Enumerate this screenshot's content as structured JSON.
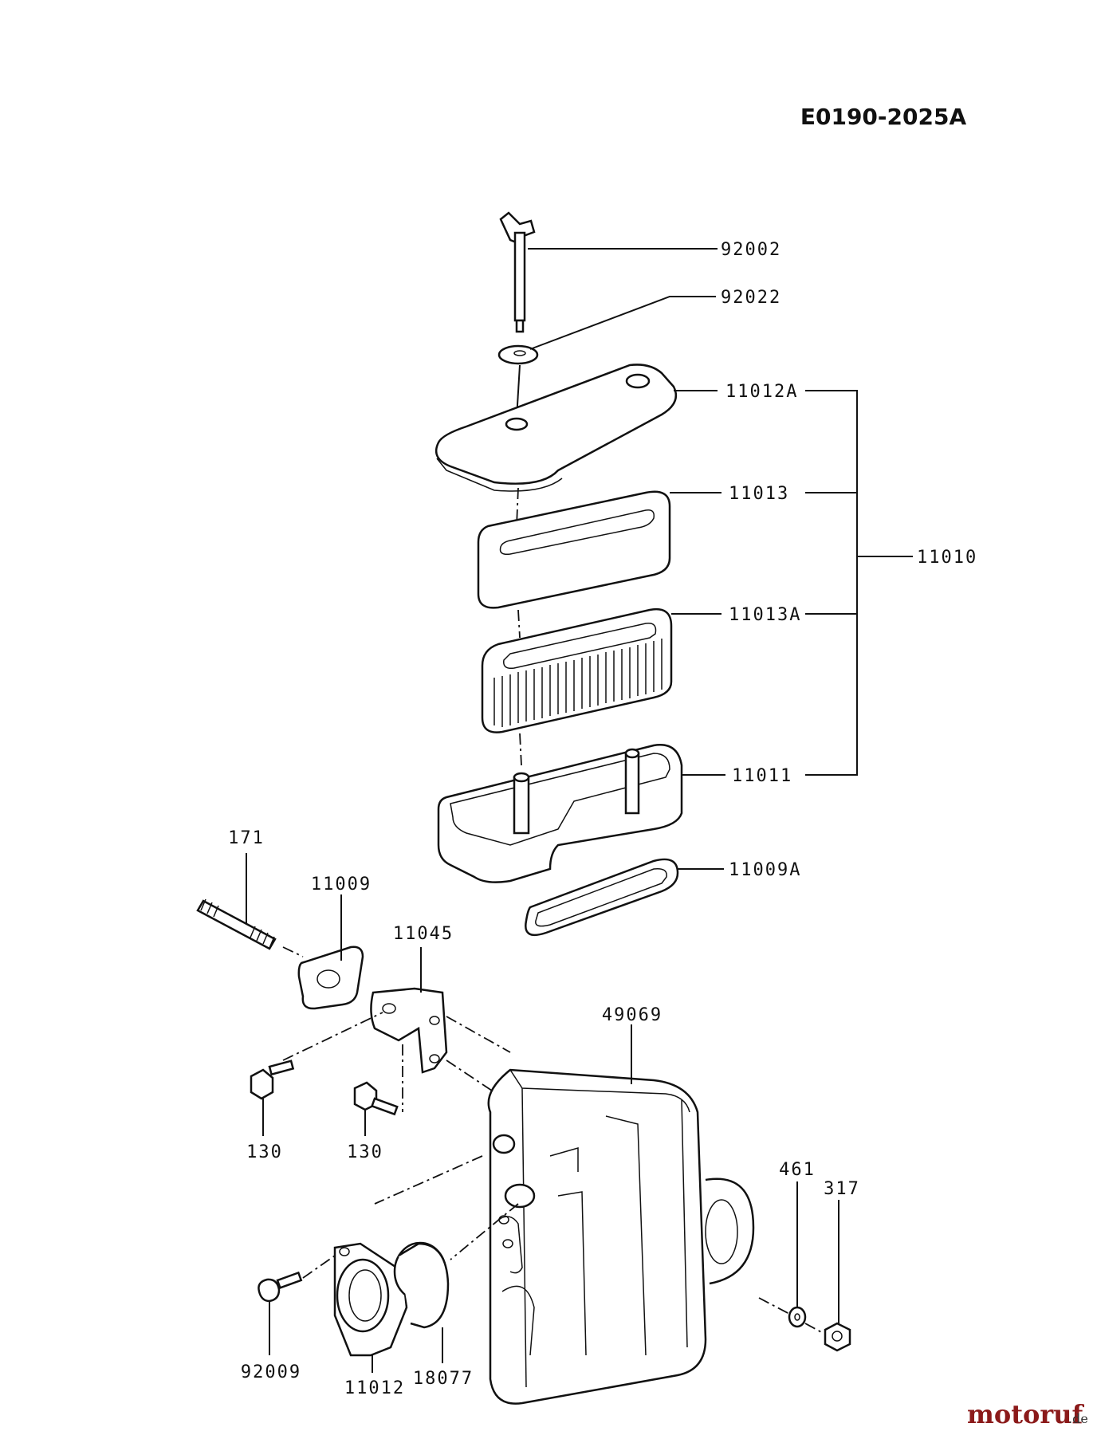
{
  "diagram_code": "E0190-2025A",
  "watermark": {
    "brand": "motoruf",
    "suffix": ".de",
    "color": "#8b1a1a"
  },
  "labels": {
    "p92002": "92002",
    "p92022": "92022",
    "p11012A": "11012A",
    "p11013": "11013",
    "p11010": "11010",
    "p11013A": "11013A",
    "p11011": "11011",
    "p11009A": "11009A",
    "p171": "171",
    "p11009": "11009",
    "p11045": "11045",
    "p49069": "49069",
    "p130a": "130",
    "p130b": "130",
    "p461": "461",
    "p317": "317",
    "p18077": "18077",
    "p92009": "92009",
    "p11012": "11012"
  }
}
